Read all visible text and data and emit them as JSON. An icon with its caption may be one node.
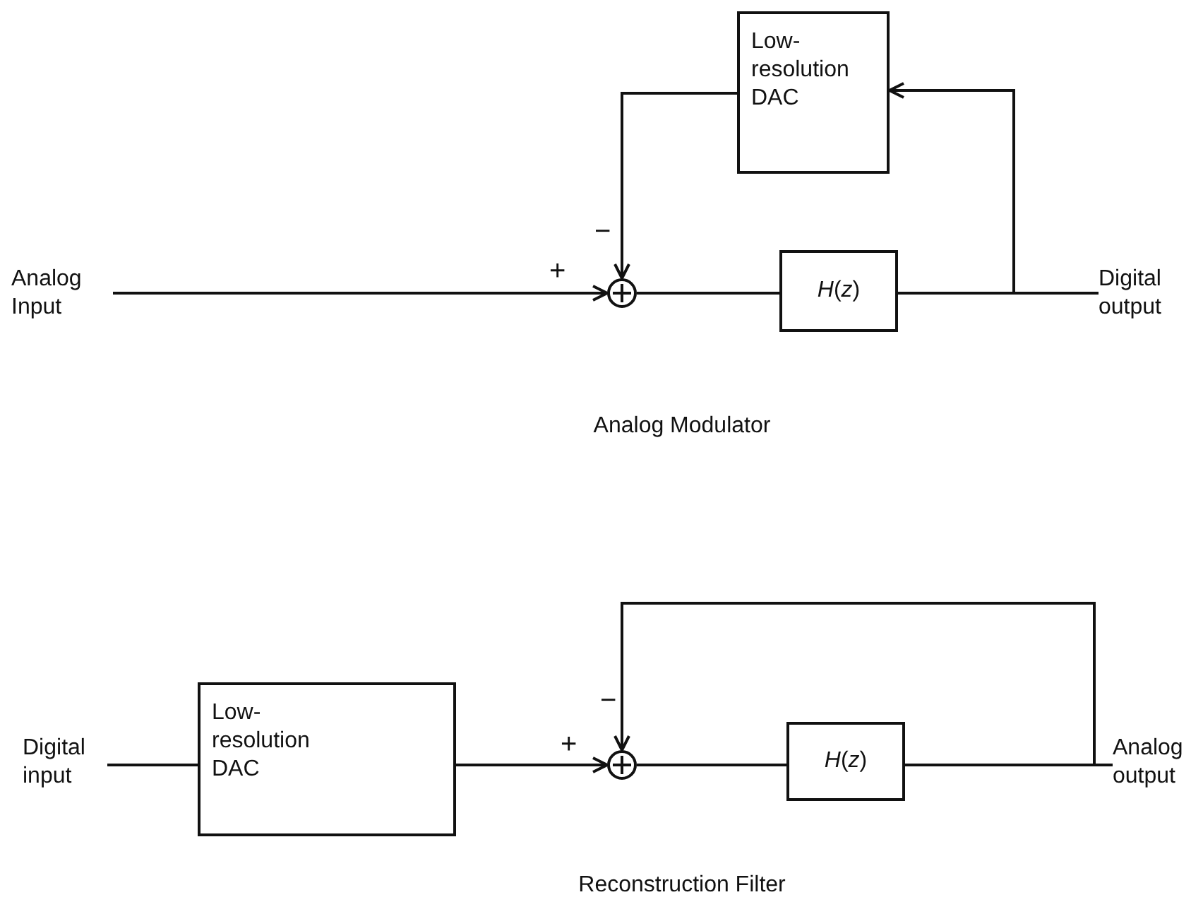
{
  "diagram": {
    "nodes": [
      {
        "text": [
          "Analog Input"
        ]
      },
      {
        "text": [],
        "shape": "circle"
      },
      {
        "text": [
          "*H*(*z*)"
        ]
      },
      {
        "text": [
          "Low-resolution DAC"
        ]
      },
      {
        "text": [
          "Digital output"
        ]
      },
      {
        "text": [
          "Digital input"
        ]
      },
      {
        "text": [
          "Low-resolution DAC"
        ]
      },
      {
        "text": [],
        "shape": "circle"
      },
      {
        "text": [
          "*H*(*z*)"
        ]
      },
      {
        "text": [
          "Analog output"
        ]
      }
    ],
    "edges": [
      {
        "from": 0,
        "to": 1,
        "arrow": "to"
      },
      {
        "from": 1,
        "to": 2,
        "arrow": "none"
      },
      {
        "from": 2,
        "to": 4,
        "arrow": "none"
      },
      {
        "from": 2,
        "to": 3,
        "arrow": "to"
      },
      {
        "from": 3,
        "to": 1,
        "arrow": "to"
      },
      {
        "from": 5,
        "to": 6,
        "arrow": "none"
      },
      {
        "from": 6,
        "to": 7,
        "arrow": "to"
      },
      {
        "from": 7,
        "to": 8,
        "arrow": "none"
      },
      {
        "from": 8,
        "to": 9,
        "arrow": "none"
      },
      {
        "from": 8,
        "to": 7,
        "arrow": "to"
      }
    ],
    "labels": [
      "+",
      "−",
      "Analog Modulator",
      "+",
      "−",
      "Reconstruction Filter"
    ]
  }
}
